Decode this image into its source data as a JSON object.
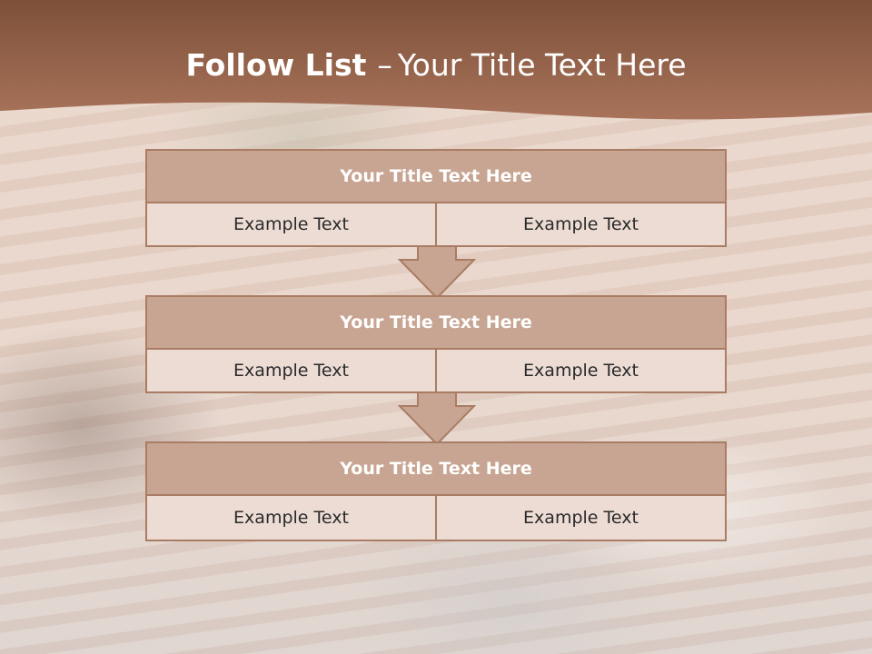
{
  "slide": {
    "title_bold": "Follow List",
    "title_separator": "–",
    "title_rest": "Your Title Text Here"
  },
  "steps": [
    {
      "title": "Your Title Text Here",
      "left": "Example Text",
      "right": "Example Text"
    },
    {
      "title": "Your Title Text Here",
      "left": "Example Text",
      "right": "Example Text"
    },
    {
      "title": "Your Title Text Here",
      "left": "Example Text",
      "right": "Example Text"
    }
  ],
  "colors": {
    "header_band": "#8c5a42",
    "box_title_fill": "#c8a592",
    "box_border": "#a97c64",
    "cell_fill": "#ecdcd4",
    "arrow_fill": "#c8a592"
  }
}
